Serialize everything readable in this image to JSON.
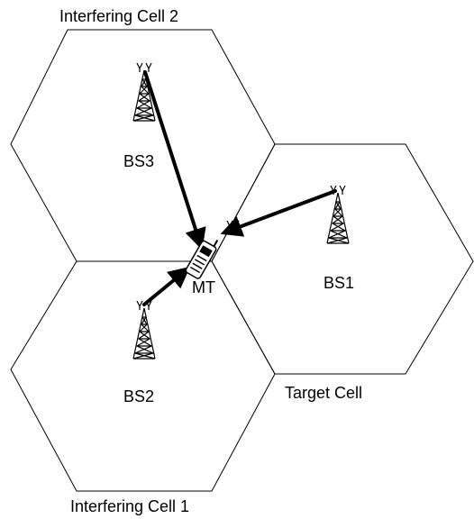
{
  "cells": {
    "interfering_cell_2": "Interfering Cell 2",
    "interfering_cell_1": "Interfering Cell 1",
    "target_cell": "Target Cell"
  },
  "nodes": {
    "bs1": "BS1",
    "bs2": "BS2",
    "bs3": "BS3",
    "mt": "MT"
  },
  "colors": {
    "line": "#000000",
    "background": "#ffffff"
  }
}
